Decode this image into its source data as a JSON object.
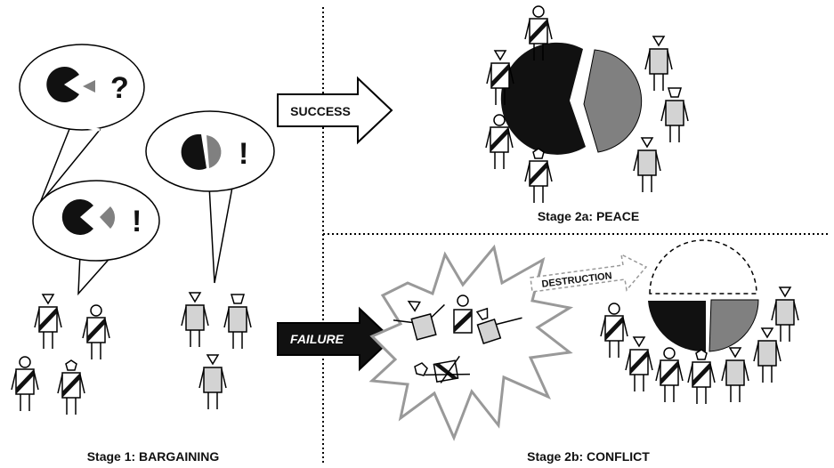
{
  "stage1_caption": "Stage 1: BARGAINING",
  "stage2a_caption": "Stage 2a: PEACE",
  "stage2b_caption": "Stage 2b: CONFLICT",
  "success_label": "SUCCESS",
  "failure_label": "FAILURE",
  "destruction_label": "DESTRUCTION",
  "bubble_marks": [
    "?",
    "!",
    "!"
  ],
  "colors": {
    "black": "#111111",
    "grey": "#808080",
    "light_grey": "#d3d3d3",
    "outline": "#000000"
  }
}
